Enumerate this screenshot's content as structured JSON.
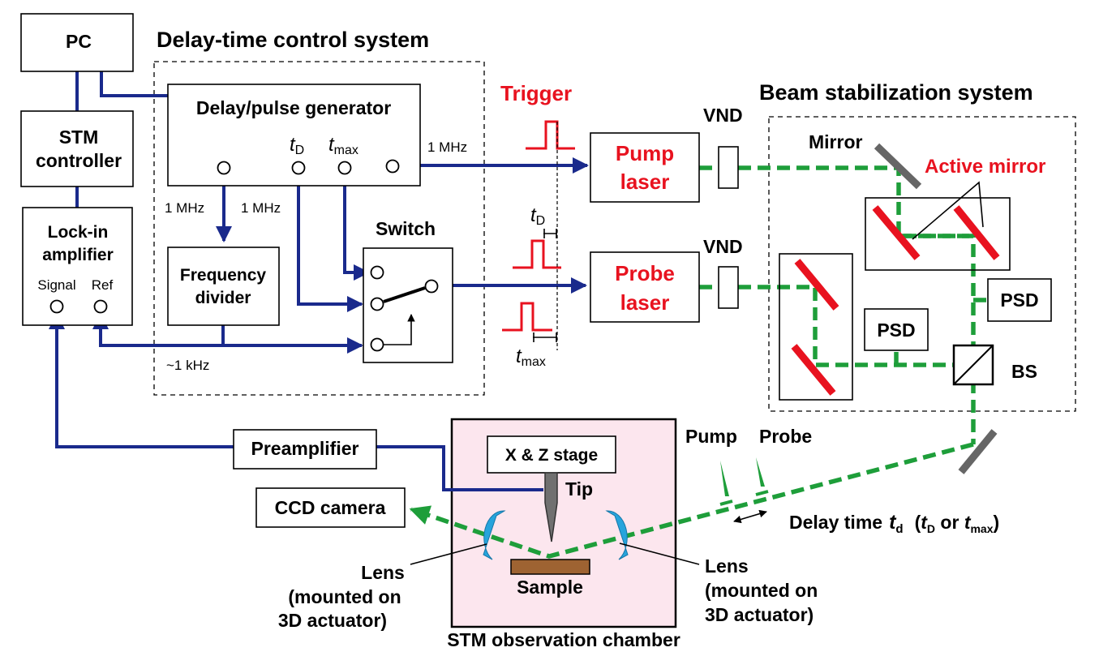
{
  "diagram": {
    "sections": {
      "delay_system": "Delay-time control system",
      "beam_system": "Beam stabilization system",
      "chamber": "STM observation chamber"
    },
    "boxes": {
      "pc": "PC",
      "stm_controller_1": "STM",
      "stm_controller_2": "controller",
      "lockin_1": "Lock-in",
      "lockin_2": "amplifier",
      "lockin_signal": "Signal",
      "lockin_ref": "Ref",
      "delay_generator": "Delay/pulse generator",
      "freq_divider_1": "Frequency",
      "freq_divider_2": "divider",
      "switch": "Switch",
      "pump_laser_1": "Pump",
      "pump_laser_2": "laser",
      "probe_laser_1": "Probe",
      "probe_laser_2": "laser",
      "preamplifier": "Preamplifier",
      "ccd_camera": "CCD camera",
      "xz_stage": "X & Z stage",
      "psd_1": "PSD",
      "psd_2": "PSD"
    },
    "signals": {
      "t_D": "t",
      "t_D_sub": "D",
      "t_max": "t",
      "t_max_sub": "max",
      "freq_1mhz_a": "1 MHz",
      "freq_1mhz_b": "1 MHz",
      "freq_1mhz_c": "1 MHz",
      "freq_1khz": "~1 kHz",
      "trigger": "Trigger"
    },
    "optics": {
      "vnd_1": "VND",
      "vnd_2": "VND",
      "mirror": "Mirror",
      "active_mirror": "Active mirror",
      "bs": "BS",
      "tip": "Tip",
      "sample": "Sample",
      "lens_left_1": "Lens",
      "lens_left_2": "(mounted on",
      "lens_left_3": "3D actuator)",
      "lens_right_1": "Lens",
      "lens_right_2": "(mounted on",
      "lens_right_3": "3D actuator)",
      "pump": "Pump",
      "probe": "Probe",
      "delay_time": "Delay time",
      "delay_time_t": "t",
      "delay_time_sub": "d",
      "delay_paren_open": "(",
      "delay_paren_t1": "t",
      "delay_paren_sub1": "D",
      "delay_paren_or": " or ",
      "delay_paren_t2": "t",
      "delay_paren_sub2": "max",
      "delay_paren_close": ")"
    },
    "colors": {
      "wire": "#1a2a8c",
      "beam": "#1e9e3a",
      "accent": "#e8121f",
      "chamber": "#fce6ee",
      "lens": "#27a4dc",
      "sample": "#9e6332",
      "tip": "#707070"
    }
  }
}
